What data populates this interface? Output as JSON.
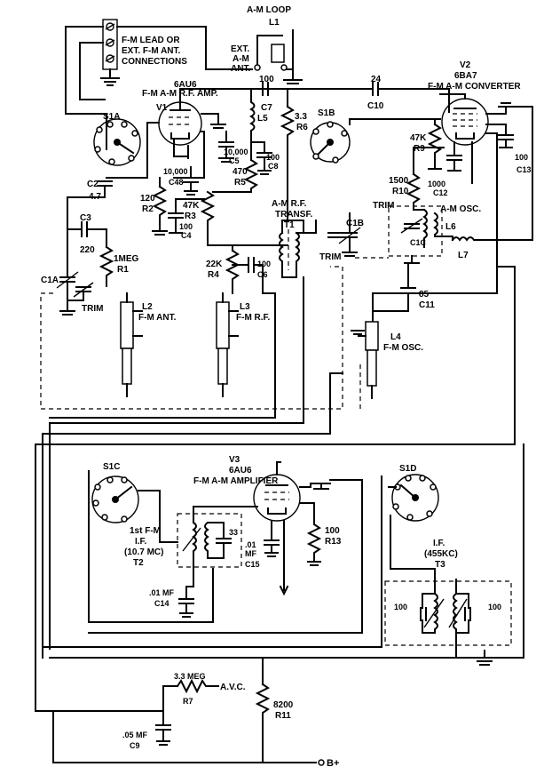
{
  "labels": [
    {
      "id": "fm-lead-1",
      "text": "F-M LEAD OR"
    },
    {
      "id": "fm-lead-2",
      "text": "EXT. F-M ANT."
    },
    {
      "id": "fm-lead-3",
      "text": "CONNECTIONS"
    },
    {
      "id": "am-loop",
      "text": "A-M LOOP"
    },
    {
      "id": "l1",
      "text": "L1"
    },
    {
      "id": "ext-am-1",
      "text": "EXT."
    },
    {
      "id": "ext-am-2",
      "text": "A-M"
    },
    {
      "id": "ext-am-3",
      "text": "ANT."
    },
    {
      "id": "v1-type",
      "text": "6AU6"
    },
    {
      "id": "v1-func",
      "text": "F-M A-M R.F. AMP."
    },
    {
      "id": "v1",
      "text": "V1"
    },
    {
      "id": "v2",
      "text": "V2"
    },
    {
      "id": "v2-type",
      "text": "6BA7"
    },
    {
      "id": "v2-func",
      "text": "F-M A-M CONVERTER"
    },
    {
      "id": "s1a",
      "text": "S1A"
    },
    {
      "id": "s1b",
      "text": "S1B"
    },
    {
      "id": "c7-val",
      "text": "100"
    },
    {
      "id": "c7",
      "text": "C7"
    },
    {
      "id": "c10-val",
      "text": "24"
    },
    {
      "id": "c10",
      "text": "C10"
    },
    {
      "id": "l5",
      "text": "L5"
    },
    {
      "id": "r6-val",
      "text": "3.3"
    },
    {
      "id": "r6",
      "text": "R6"
    },
    {
      "id": "c5-val",
      "text": "10,000"
    },
    {
      "id": "c5",
      "text": "C5"
    },
    {
      "id": "c4b-val",
      "text": "10,000"
    },
    {
      "id": "c4b",
      "text": "C48"
    },
    {
      "id": "c8-val",
      "text": "100"
    },
    {
      "id": "c8",
      "text": "C8"
    },
    {
      "id": "r5-val",
      "text": "470"
    },
    {
      "id": "r5",
      "text": "R5"
    },
    {
      "id": "r9-val",
      "text": "47K"
    },
    {
      "id": "r9",
      "text": "R9"
    },
    {
      "id": "c12-val",
      "text": "1000"
    },
    {
      "id": "c12",
      "text": "C12"
    },
    {
      "id": "c13-val",
      "text": "100"
    },
    {
      "id": "c13",
      "text": "C13"
    },
    {
      "id": "r10-val",
      "text": "1500"
    },
    {
      "id": "r10",
      "text": "R10"
    },
    {
      "id": "c2",
      "text": "C2"
    },
    {
      "id": "c2-val",
      "text": "4.7"
    },
    {
      "id": "c3",
      "text": "C3"
    },
    {
      "id": "c3-val",
      "text": "220"
    },
    {
      "id": "r2-val",
      "text": "120"
    },
    {
      "id": "r2",
      "text": "R2"
    },
    {
      "id": "r3-val",
      "text": "47K"
    },
    {
      "id": "r3",
      "text": "R3"
    },
    {
      "id": "c4-val",
      "text": "100"
    },
    {
      "id": "c4",
      "text": "C4"
    },
    {
      "id": "t1-1",
      "text": "A-M R.F."
    },
    {
      "id": "t1-2",
      "text": "TRANSF."
    },
    {
      "id": "t1",
      "text": "T1"
    },
    {
      "id": "c1b",
      "text": "C1B"
    },
    {
      "id": "trim-b",
      "text": "TRIM"
    },
    {
      "id": "trim-c",
      "text": "TRIM"
    },
    {
      "id": "c1c",
      "text": "C1C"
    },
    {
      "id": "l6",
      "text": "L6"
    },
    {
      "id": "am-osc",
      "text": "A-M OSC."
    },
    {
      "id": "l7",
      "text": "L7"
    },
    {
      "id": "r1-val",
      "text": "1MEG"
    },
    {
      "id": "r1",
      "text": "R1"
    },
    {
      "id": "r4-val",
      "text": "22K"
    },
    {
      "id": "r4",
      "text": "R4"
    },
    {
      "id": "c6-val",
      "text": "100"
    },
    {
      "id": "c6",
      "text": "C6"
    },
    {
      "id": "c11-val",
      "text": "85"
    },
    {
      "id": "c11",
      "text": "C11"
    },
    {
      "id": "c1a",
      "text": "C1A"
    },
    {
      "id": "trim-a",
      "text": "TRIM"
    },
    {
      "id": "l2",
      "text": "L2"
    },
    {
      "id": "l2-name",
      "text": "F-M ANT."
    },
    {
      "id": "l3",
      "text": "L3"
    },
    {
      "id": "l3-name",
      "text": "F-M R.F."
    },
    {
      "id": "l4",
      "text": "L4"
    },
    {
      "id": "l4-name",
      "text": "F-M OSC."
    },
    {
      "id": "s1c",
      "text": "S1C"
    },
    {
      "id": "v3",
      "text": "V3"
    },
    {
      "id": "v3-type",
      "text": "6AU6"
    },
    {
      "id": "v3-func",
      "text": "F-M A-M AMPLIFIER"
    },
    {
      "id": "s1d",
      "text": "S1D"
    },
    {
      "id": "t2-1",
      "text": "1st F-M"
    },
    {
      "id": "t2-2",
      "text": "I.F."
    },
    {
      "id": "t2-3",
      "text": "(10.7 MC)"
    },
    {
      "id": "t2",
      "text": "T2"
    },
    {
      "id": "c33",
      "text": "33"
    },
    {
      "id": "c15-1",
      "text": ".01"
    },
    {
      "id": "c15-2",
      "text": "MF"
    },
    {
      "id": "c15",
      "text": "C15"
    },
    {
      "id": "r13-val",
      "text": "100"
    },
    {
      "id": "r13",
      "text": "R13"
    },
    {
      "id": "t3-1",
      "text": "I.F."
    },
    {
      "id": "t3-2",
      "text": "(455KC)"
    },
    {
      "id": "t3",
      "text": "T3"
    },
    {
      "id": "t3-c1",
      "text": "100"
    },
    {
      "id": "t3-c2",
      "text": "100"
    },
    {
      "id": "c14-val",
      "text": ".01 MF"
    },
    {
      "id": "c14",
      "text": "C14"
    },
    {
      "id": "r7-val",
      "text": "3.3 MEG"
    },
    {
      "id": "r7",
      "text": "R7"
    },
    {
      "id": "avc",
      "text": "A.V.C."
    },
    {
      "id": "r11-val",
      "text": "8200"
    },
    {
      "id": "r11",
      "text": "R11"
    },
    {
      "id": "c9-val",
      "text": ".05 MF"
    },
    {
      "id": "c9",
      "text": "C9"
    },
    {
      "id": "bplus",
      "text": "B+"
    }
  ]
}
